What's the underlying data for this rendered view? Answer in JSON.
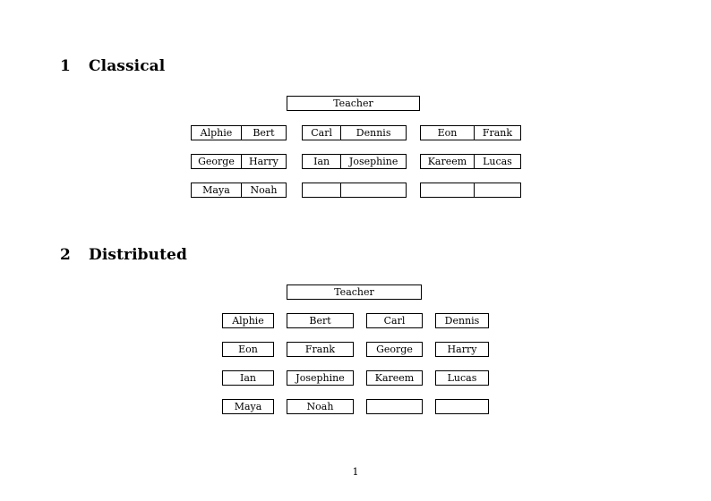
{
  "document": {
    "page_number": "1",
    "background_color": "#ffffff",
    "text_color": "#000000"
  },
  "sections": [
    {
      "number": "1",
      "title": "Classical",
      "layout": "grouped-pairs",
      "root": {
        "label": "Teacher"
      },
      "groups": [
        {
          "name": "group-left",
          "rows": [
            {
              "cells": [
                "Alphie",
                "Bert"
              ]
            },
            {
              "cells": [
                "George",
                "Harry"
              ]
            },
            {
              "cells": [
                "Maya",
                "Noah"
              ]
            }
          ]
        },
        {
          "name": "group-middle",
          "rows": [
            {
              "cells": [
                "Carl",
                "Dennis"
              ]
            },
            {
              "cells": [
                "Ian",
                "Josephine"
              ]
            },
            {
              "cells": [
                "",
                ""
              ]
            }
          ]
        },
        {
          "name": "group-right",
          "rows": [
            {
              "cells": [
                "Eon",
                "Frank"
              ]
            },
            {
              "cells": [
                "Kareem",
                "Lucas"
              ]
            },
            {
              "cells": [
                "",
                ""
              ]
            }
          ]
        }
      ]
    },
    {
      "number": "2",
      "title": "Distributed",
      "layout": "single-boxes",
      "root": {
        "label": "Teacher"
      },
      "rows": [
        {
          "cells": [
            "Alphie",
            "Bert",
            "Carl",
            "Dennis"
          ]
        },
        {
          "cells": [
            "Eon",
            "Frank",
            "George",
            "Harry"
          ]
        },
        {
          "cells": [
            "Ian",
            "Josephine",
            "Kareem",
            "Lucas"
          ]
        },
        {
          "cells": [
            "Maya",
            "Noah",
            "",
            ""
          ]
        }
      ]
    }
  ]
}
